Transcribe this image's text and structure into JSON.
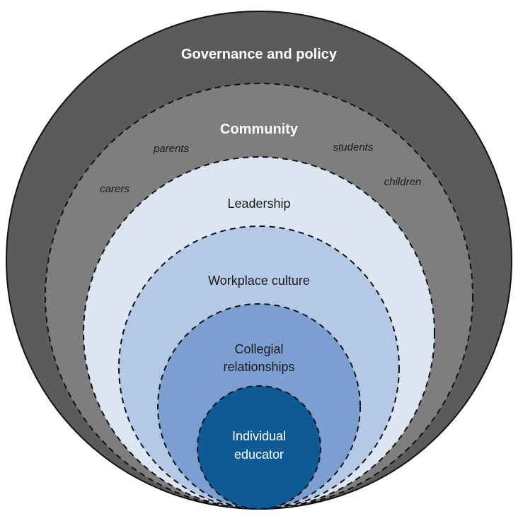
{
  "diagram": {
    "rings": [
      {
        "key": "governance",
        "label": "Governance and policy",
        "fill": "#5b5b5b",
        "text_color": "#ffffff",
        "dashed": false
      },
      {
        "key": "community",
        "label": "Community",
        "fill": "#7e7e7e",
        "text_color": "#ffffff",
        "dashed": true
      },
      {
        "key": "leadership",
        "label": "Leadership",
        "fill": "#dce5f2",
        "text_color": "#1a1a1a",
        "dashed": true
      },
      {
        "key": "workplace",
        "label": "Workplace culture",
        "fill": "#b3c9e6",
        "text_color": "#1a1a1a",
        "dashed": true
      },
      {
        "key": "collegial",
        "label_line1": "Collegial",
        "label_line2": "relationships",
        "fill": "#7c9fd1",
        "text_color": "#1a1a1a",
        "dashed": true
      },
      {
        "key": "individual",
        "label_line1": "Individual",
        "label_line2": "educator",
        "fill": "#0d5a97",
        "text_color": "#ffffff",
        "dashed": true
      }
    ],
    "community_members": [
      "parents",
      "students",
      "carers",
      "children"
    ],
    "colors": {
      "outline": "#111111",
      "member_text": "#1a1a1a"
    }
  }
}
